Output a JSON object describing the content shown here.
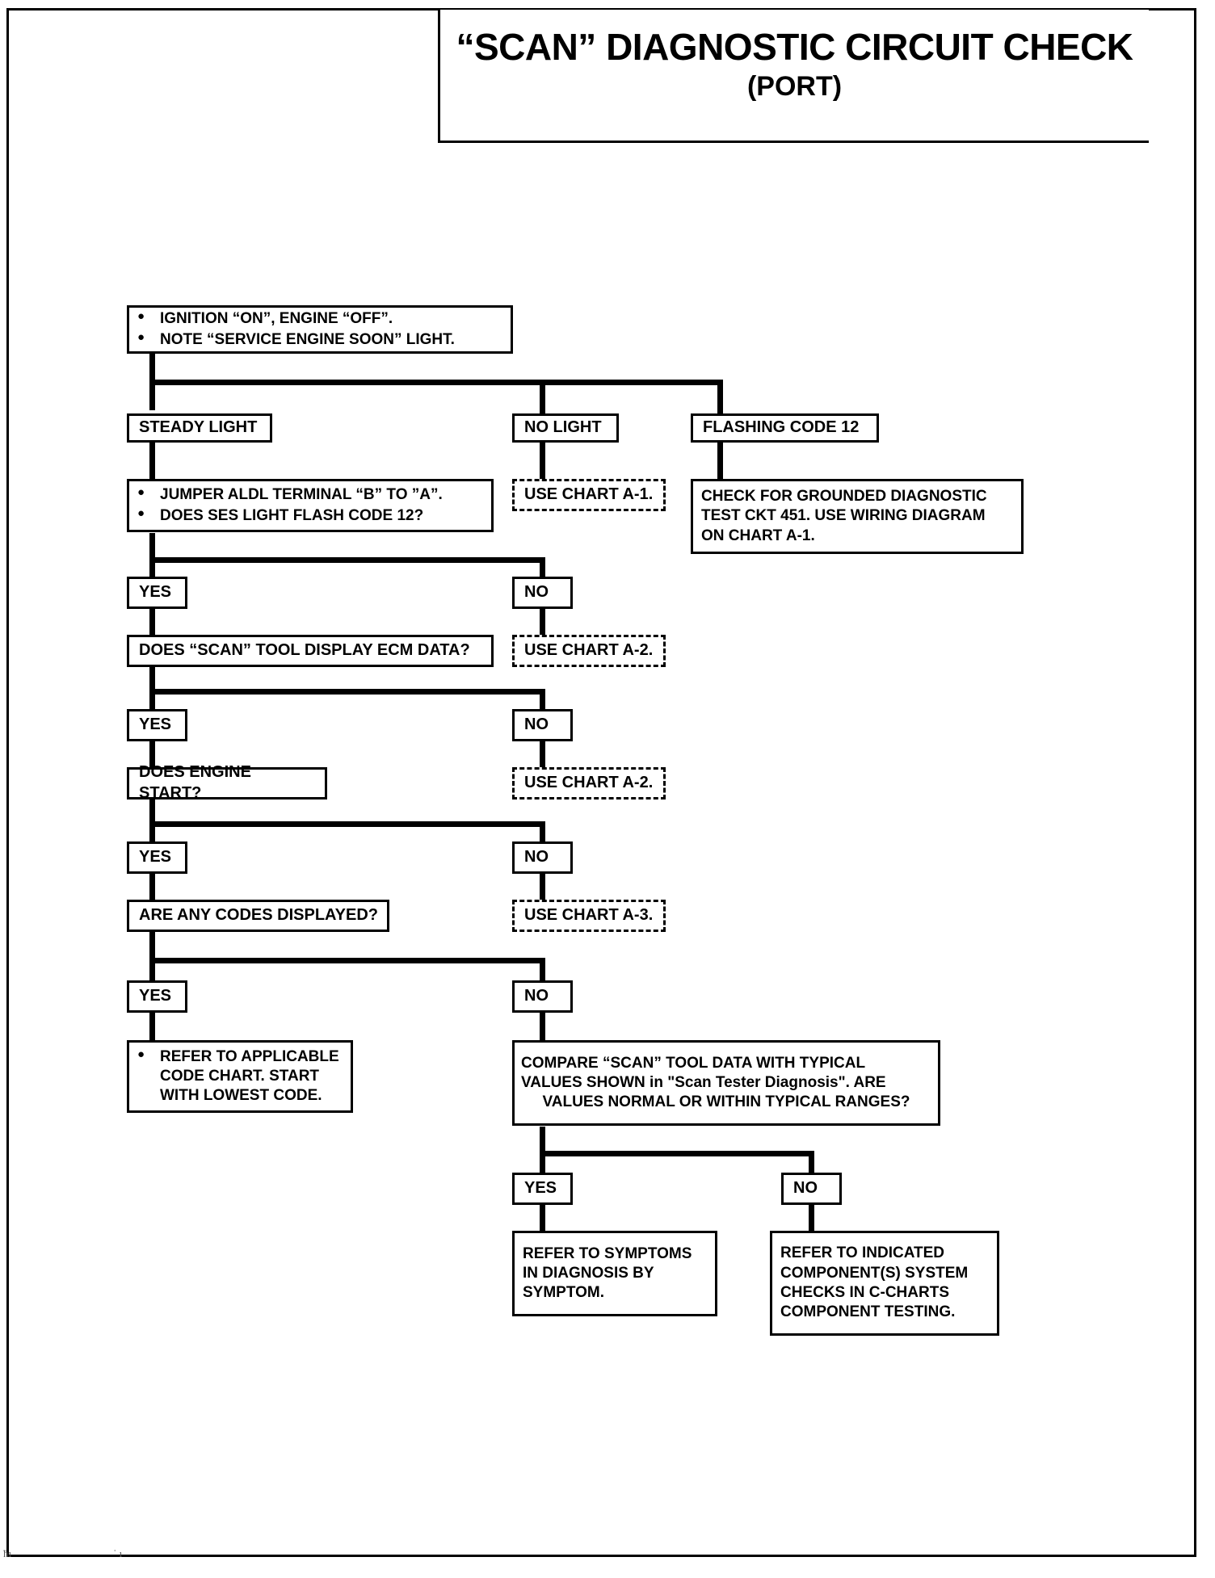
{
  "title": {
    "main": "“SCAN” DIAGNOSTIC CIRCUIT CHECK",
    "sub": "(PORT)"
  },
  "nodes": {
    "start": {
      "bullets": [
        "IGNITION “ON”, ENGINE  “OFF”.",
        "NOTE “SERVICE ENGINE SOON” LIGHT."
      ]
    },
    "steady_light": {
      "label": "STEADY LIGHT"
    },
    "no_light": {
      "label": "NO LIGHT"
    },
    "flashing_code_12": {
      "label": "FLASHING CODE 12"
    },
    "jumper": {
      "bullets": [
        "JUMPER  ALDL TERMINAL “B” TO ”A”.",
        "DOES SES LIGHT FLASH CODE 12?"
      ]
    },
    "use_chart_a1": {
      "label": "USE CHART A-1."
    },
    "check_grounded": {
      "lines": [
        "CHECK FOR GROUNDED DIAGNOSTIC",
        "TEST CKT 451.  USE WIRING DIAGRAM",
        "ON CHART A-1."
      ]
    },
    "yes_1": {
      "label": "YES"
    },
    "no_1": {
      "label": "NO"
    },
    "scan_ecm_data": {
      "label": "DOES “SCAN” TOOL DISPLAY ECM DATA?"
    },
    "use_chart_a2_first": {
      "label": "USE CHART A-2."
    },
    "yes_2": {
      "label": "YES"
    },
    "no_2": {
      "label": "NO"
    },
    "engine_start": {
      "label": "DOES ENGINE START?"
    },
    "use_chart_a2_second": {
      "label": "USE CHART A-2."
    },
    "yes_3": {
      "label": "YES"
    },
    "no_3": {
      "label": "NO"
    },
    "codes_displayed": {
      "label": "ARE ANY CODES DISPLAYED?"
    },
    "use_chart_a3": {
      "label": "USE CHART A-3."
    },
    "yes_4": {
      "label": "YES"
    },
    "no_4": {
      "label": "NO"
    },
    "refer_code_chart": {
      "bullets": [
        "REFER TO APPLICABLE\nCODE CHART.  START\nWITH LOWEST CODE."
      ]
    },
    "compare_scan": {
      "line1": "COMPARE “SCAN” TOOL DATA WITH TYPICAL",
      "line2a": "VALUES SHOWN ",
      "line2b": "in \"Scan Tester Diagnosis\"",
      "line2c": ". ARE",
      "line3": "VALUES  NORMAL OR WITHIN TYPICAL RANGES?"
    },
    "yes_5": {
      "label": "YES"
    },
    "no_5": {
      "label": "NO"
    },
    "refer_symptoms": {
      "lines": [
        "REFER TO SYMPTOMS",
        "IN DIAGNOSIS BY",
        "SYMPTOM."
      ]
    },
    "refer_component": {
      "lines": [
        "REFER TO INDICATED",
        "COMPONENT(S) SYSTEM",
        "CHECKS IN  C-CHARTS",
        "COMPONENT  TESTING."
      ]
    }
  },
  "artifacts": {
    "mark_left": "ħı",
    "mark_right": "ˈ ı"
  },
  "colors": {
    "ink": "#000000",
    "paper": "#ffffff"
  }
}
